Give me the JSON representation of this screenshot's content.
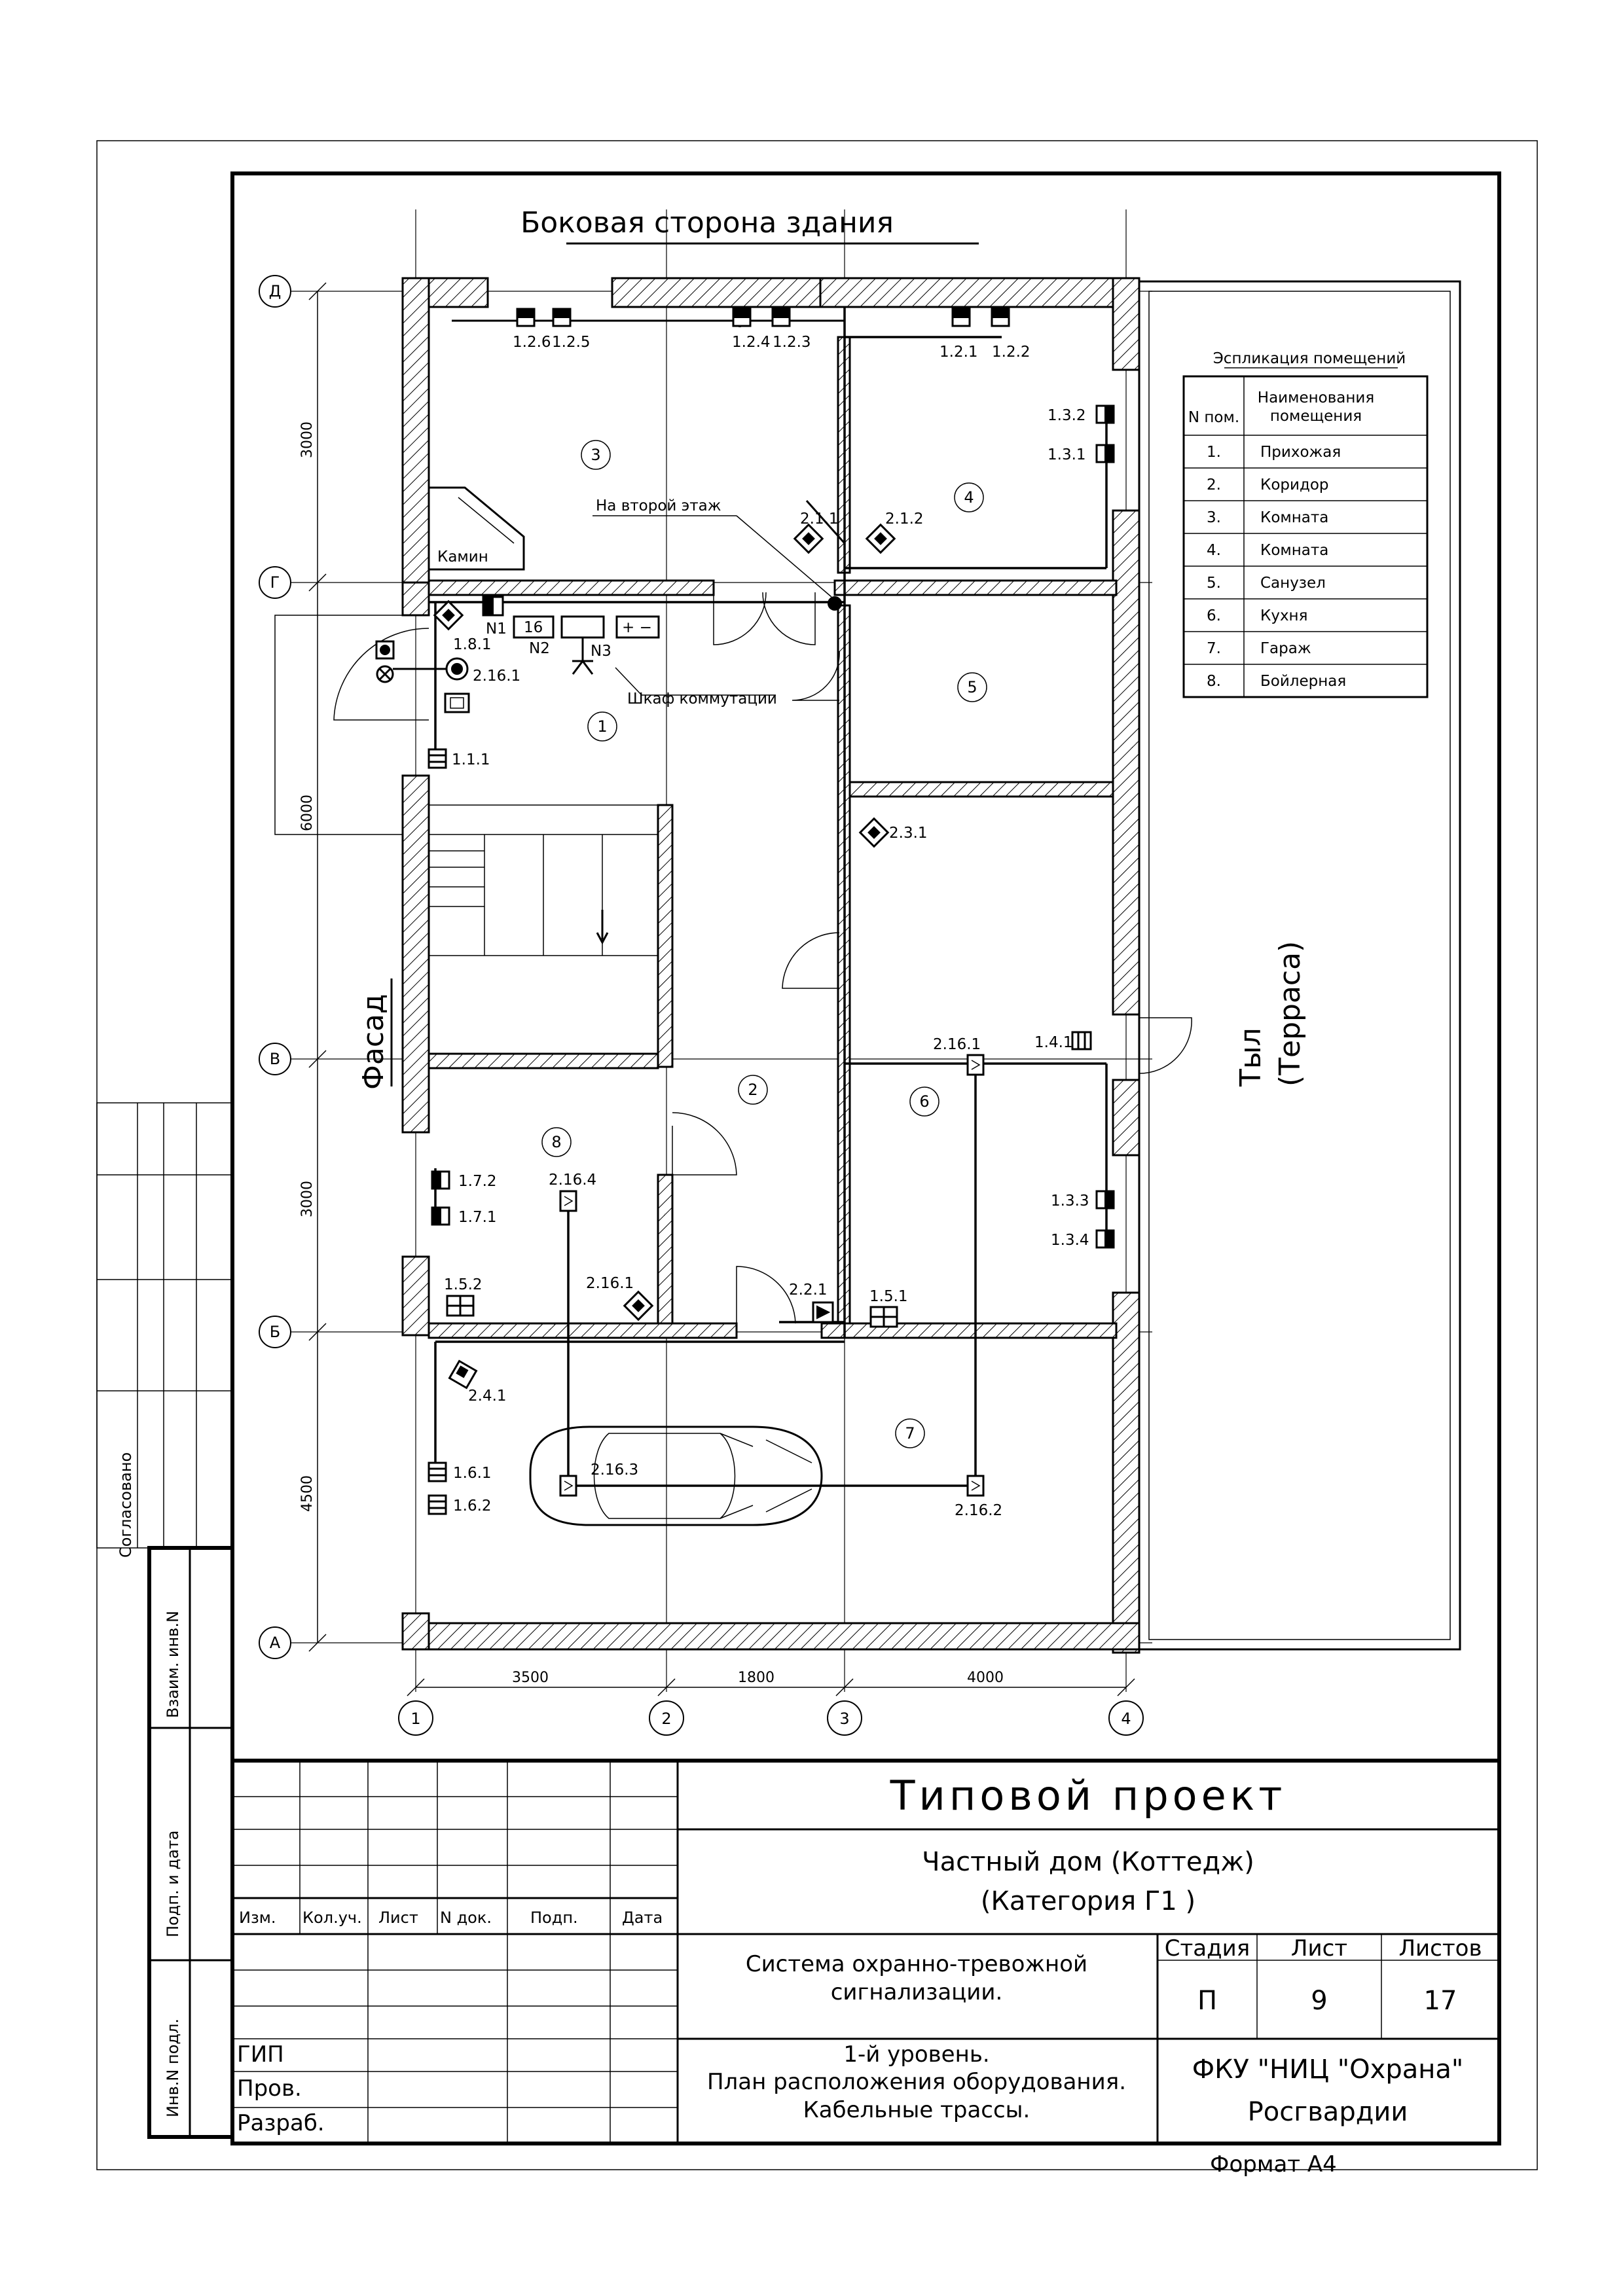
{
  "plan": {
    "top_side_label": "Боковая сторона здания",
    "left_side_label": "Фасад",
    "right_side_label_1": "Тыл",
    "right_side_label_2": "(Терраса)",
    "fireplace_label": "Камин",
    "upstairs_label": "На второй этаж",
    "cabinet_label": "Шкаф коммутации",
    "cabinet_items": [
      "N1",
      "16",
      "N2",
      "N3",
      "+ −"
    ],
    "axes_rows": [
      "Д",
      "Г",
      "В",
      "Б",
      "А"
    ],
    "axes_cols": [
      "1",
      "2",
      "3",
      "4"
    ],
    "dims_left": [
      "3000",
      "6000",
      "3000",
      "4500"
    ],
    "dims_bottom": [
      "3500",
      "1800",
      "4000"
    ],
    "room_numbers": [
      "1",
      "2",
      "3",
      "4",
      "5",
      "6",
      "7",
      "8"
    ],
    "device_labels": {
      "d126": "1.2.6",
      "d125": "1.2.5",
      "d124": "1.2.4",
      "d123": "1.2.3",
      "d121": "1.2.1",
      "d122": "1.2.2",
      "d132": "1.3.2",
      "d131": "1.3.1",
      "d211": "2.1.1",
      "d212": "2.1.2",
      "d181": "1.8.1",
      "d2161a": "2.16.1",
      "d111": "1.1.1",
      "d231": "2.3.1",
      "d2161b": "2.16.1",
      "d141": "1.4.1",
      "d172": "1.7.2",
      "d171": "1.7.1",
      "d2164": "2.16.4",
      "d152": "1.5.2",
      "d2161c": "2.16.1",
      "d221": "2.2.1",
      "d151": "1.5.1",
      "d133": "1.3.3",
      "d134": "1.3.4",
      "d241": "2.4.1",
      "d161": "1.6.1",
      "d162": "1.6.2",
      "d2163": "2.16.3",
      "d2162": "2.16.2"
    }
  },
  "explication": {
    "title": "Эспликация помещений",
    "col1": "N пом.",
    "col2_line1": "Наименования",
    "col2_line2": "помещения",
    "rows": [
      {
        "num": "1.",
        "name": "Прихожая"
      },
      {
        "num": "2.",
        "name": "Коридор"
      },
      {
        "num": "3.",
        "name": "Комната"
      },
      {
        "num": "4.",
        "name": "Комната"
      },
      {
        "num": "5.",
        "name": "Санузел"
      },
      {
        "num": "6.",
        "name": "Кухня"
      },
      {
        "num": "7.",
        "name": "Гараж"
      },
      {
        "num": "8.",
        "name": "Бойлерная"
      }
    ]
  },
  "side_stamp": [
    "Согласовано",
    "Взаим. инв.N",
    "Подп. и дата",
    "Инв.N подл."
  ],
  "title_block": {
    "project": "Типовой проект",
    "object_line1": "Частный дом (Коттедж)",
    "object_line2": "(Категория Г1 )",
    "system_line1": "Система охранно-тревожной",
    "system_line2": "сигнализации.",
    "sheet_line1": "1-й уровень.",
    "sheet_line2": "План расположения оборудования.",
    "sheet_line3": "Кабельные трассы.",
    "col_headers": [
      "Изм.",
      "Кол.уч.",
      "Лист",
      "N док.",
      "Подп.",
      "Дата"
    ],
    "roles": [
      "ГИП",
      "Пров.",
      "Разраб."
    ],
    "stage_label": "Стадия",
    "sheet_label": "Лист",
    "sheets_label": "Листов",
    "stage": "П",
    "sheet": "9",
    "sheets": "17",
    "org_line1": "ФКУ \"НИЦ \"Охрана\"",
    "org_line2": "Росгвардии",
    "format": "Формат А4"
  }
}
